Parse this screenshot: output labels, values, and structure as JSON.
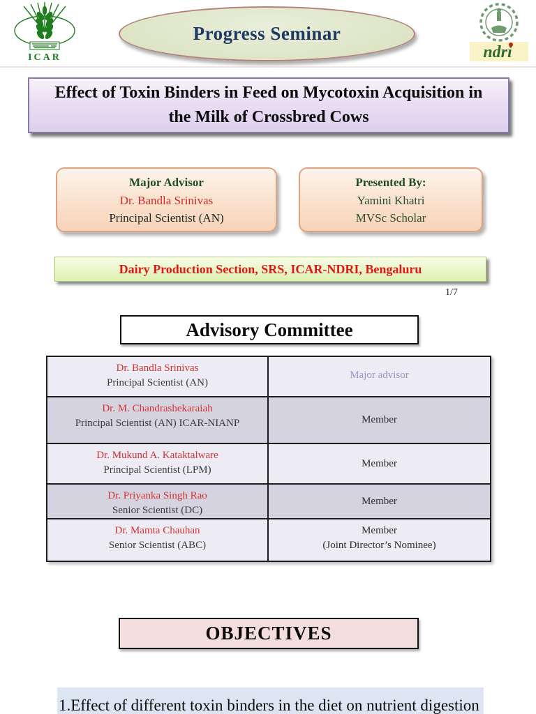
{
  "header": {
    "icar_logo_label": "ICAR",
    "ndri_logo_label": "ndri",
    "seminar_title": "Progress Seminar"
  },
  "title_banner": "Effect of Toxin Binders in Feed on Mycotoxin Acquisition in the Milk of Crossbred Cows",
  "advisor_box": {
    "heading": "Major Advisor",
    "name": "Dr. Bandla Srinivas",
    "designation": "Principal Scientist (AN)"
  },
  "presenter_box": {
    "heading": "Presented By:",
    "name": "Yamini Khatri",
    "designation": "MVSc Scholar"
  },
  "section_bar": "Dairy Production Section, SRS, ICAR-NDRI, Bengaluru",
  "page_indicator": "1/7",
  "advisory_committee": {
    "heading": "Advisory Committee",
    "rows": [
      {
        "name": "Dr. Bandla Srinivas",
        "designation": "Principal Scientist (AN)",
        "role": "Major advisor"
      },
      {
        "name": "Dr. M. Chandrashekaraiah",
        "designation": "Principal Scientist (AN) ICAR-NIANP",
        "role": "Member"
      },
      {
        "name": "Dr. Mukund A. Kataktalware",
        "designation": "Principal Scientist (LPM)",
        "role": "Member"
      },
      {
        "name": "Dr. Priyanka Singh Rao",
        "designation": "Senior Scientist (DC)",
        "role": "Member"
      },
      {
        "name": "Dr. Mamta Chauhan",
        "designation": "Senior Scientist (ABC)",
        "role": "Member",
        "role_note": "(Joint Director’s Nominee)"
      }
    ]
  },
  "objectives": {
    "heading": "OBJECTIVES",
    "first_item": "1.Effect of different toxin binders in the diet on nutrient digestion"
  },
  "colors": {
    "seminar_text": "#1f3864",
    "oval_fill": "#dde5c6",
    "oval_border": "#b5827b",
    "title_box_fill": "#e6dcf2",
    "title_box_border": "#8678aa",
    "person_box_fill": "#fae1cd",
    "person_box_border": "#e0a17e",
    "advisor_heading_green": "#1e4d21",
    "advisor_name_red": "#cf2b25",
    "section_bar_fill": "#e7f5c5",
    "section_bar_text": "#e01818",
    "table_row_light": "#edebf3",
    "table_row_dark": "#d6d3e1",
    "table_name_red": "#d03434",
    "major_advisor_text": "#9b94c6",
    "objectives_fill": "#f3dddd",
    "objective_bar_fill": "#dce6f2"
  }
}
